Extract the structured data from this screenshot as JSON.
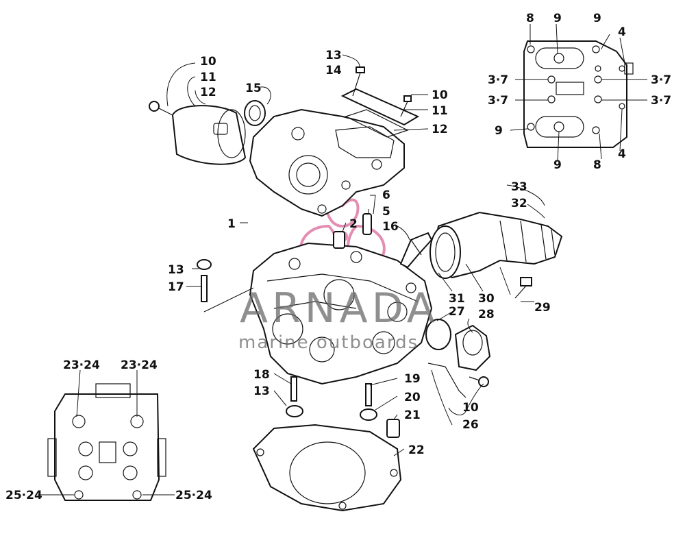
{
  "watermark": {
    "brand": "ARNADA",
    "tagline": "marine outboards",
    "color_text": "#6a6a6a",
    "color_logo": "#e07aa6"
  },
  "colors": {
    "ink": "#111111",
    "paper": "#ffffff"
  },
  "callouts": {
    "c10a": "10",
    "c11a": "11",
    "c12a": "12",
    "c15": "15",
    "c13a": "13",
    "c14": "14",
    "c10b": "10",
    "c11b": "11",
    "c12b": "12",
    "c6": "6",
    "c5": "5",
    "c2": "2",
    "c16": "16",
    "c1": "1",
    "c13b": "13",
    "c17": "17",
    "c33": "33",
    "c32": "32",
    "c31": "31",
    "c30": "30",
    "c29": "29",
    "c27": "27",
    "c28": "28",
    "c18": "18",
    "c13c": "13",
    "c19": "19",
    "c20": "20",
    "c21": "21",
    "c22": "22",
    "c10c": "10",
    "c26": "26",
    "t8a": "8",
    "t9a": "9",
    "t9b": "9",
    "t4a": "4",
    "t37a": "3·7",
    "t37b": "3·7",
    "t37c": "3·7",
    "t37d": "3·7",
    "t9c": "9",
    "t9d": "9",
    "t8b": "8",
    "t4b": "4",
    "b2324a": "23·24",
    "b2324b": "23·24",
    "b2524a": "25·24",
    "b2524b": "25·24"
  }
}
